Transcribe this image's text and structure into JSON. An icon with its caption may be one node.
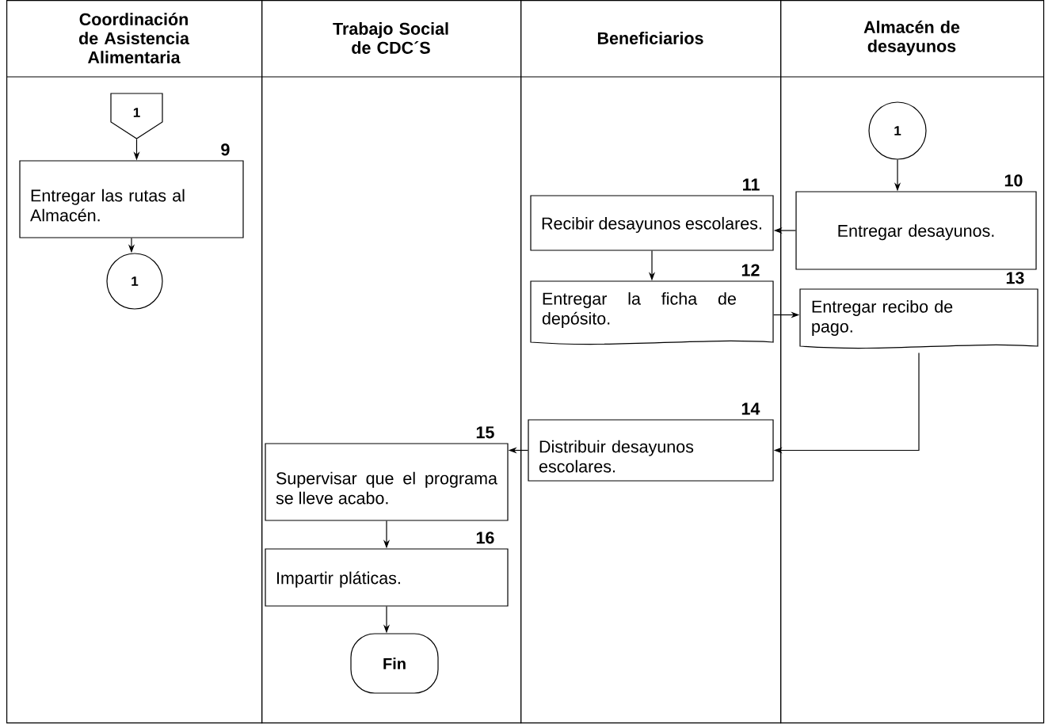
{
  "diagram": {
    "nodes": [
      {
        "text": [
          "Coordinación de Asistencia Alimentaria"
        ]
      },
      {
        "text": [
          "Trabajo Social de CDC´S"
        ]
      },
      {
        "text": [
          "Beneficiarios"
        ]
      },
      {
        "text": [
          "Almacén de desayunos"
        ]
      },
      {
        "text": [
          "1"
        ],
        "in": 0
      },
      {
        "text": [
          "Entregar las rutas al Almacén."
        ],
        "beside": [
          "9"
        ],
        "in": 0
      },
      {
        "text": [
          "1"
        ],
        "in": 0
      },
      {
        "text": [
          "Supervisar que el programa se lleve acabo."
        ],
        "beside": [
          "15"
        ],
        "in": 1
      },
      {
        "text": [
          "Impartir pláticas."
        ],
        "beside": [
          "16"
        ],
        "in": 1
      },
      {
        "text": [
          "Fin"
        ],
        "in": 1
      },
      {
        "text": [
          "Recibir desayunos escolares."
        ],
        "beside": [
          "11"
        ],
        "in": 2
      },
      {
        "text": [
          "Entregar la ficha de depósito."
        ],
        "beside": [
          "12"
        ],
        "in": 2
      },
      {
        "text": [
          "Distribuir desayunos escolares."
        ],
        "beside": [
          "14"
        ],
        "in": 2
      },
      {
        "text": [
          "1"
        ],
        "in": 3
      },
      {
        "text": [
          "Entregar desayunos."
        ],
        "beside": [
          "10"
        ],
        "in": 3
      },
      {
        "text": [
          "Entregar recibo de pago."
        ],
        "beside": [
          "13"
        ],
        "in": 3
      }
    ],
    "edges": [
      {
        "from": 4,
        "to": 5,
        "arrow": "to"
      },
      {
        "from": 5,
        "to": 6,
        "arrow": "to"
      },
      {
        "from": 13,
        "to": 14,
        "arrow": "to"
      },
      {
        "from": 14,
        "to": 10,
        "arrow": "to"
      },
      {
        "from": 10,
        "to": 11,
        "arrow": "to"
      },
      {
        "from": 11,
        "to": 15,
        "arrow": "to"
      },
      {
        "from": 15,
        "to": 12,
        "arrow": "to"
      },
      {
        "from": 12,
        "to": 7,
        "arrow": "to"
      },
      {
        "from": 7,
        "to": 8,
        "arrow": "to"
      },
      {
        "from": 8,
        "to": 9,
        "arrow": "to"
      }
    ]
  }
}
